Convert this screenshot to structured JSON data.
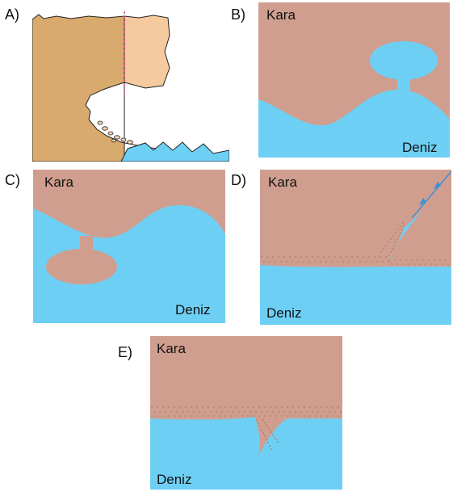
{
  "options": {
    "a": {
      "letter": "A)"
    },
    "b": {
      "letter": "B)",
      "land": "Kara",
      "sea": "Deniz"
    },
    "c": {
      "letter": "C)",
      "land": "Kara",
      "sea": "Deniz"
    },
    "d": {
      "letter": "D)",
      "land": "Kara",
      "sea": "Deniz"
    },
    "e": {
      "letter": "E)",
      "land": "Kara",
      "sea": "Deniz"
    }
  },
  "colors": {
    "land": "#cf9e8e",
    "sea": "#6ecff4",
    "cliff": "#d9aa6d",
    "cliff_block": "#f6ca9f",
    "dots": "#b07c6c",
    "dashed_line": "#e23b8a",
    "river_arrow": "#3d8fd8"
  }
}
